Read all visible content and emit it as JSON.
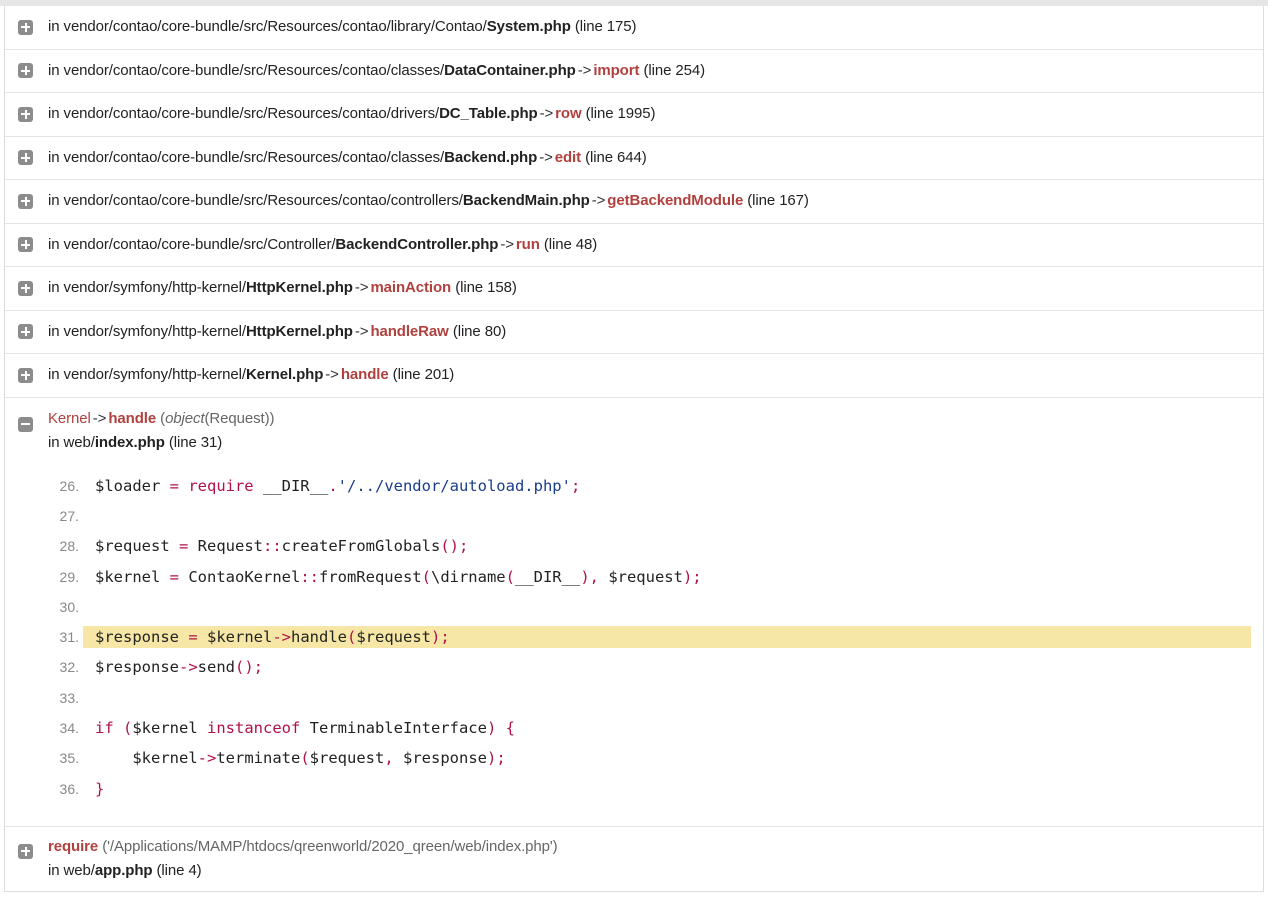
{
  "frames": [
    {
      "prefix": "in vendor/contao/core-bundle/src/Resources/contao/library/Contao/",
      "file": "System.php",
      "arrow": "",
      "method": "",
      "line": "(line 175)"
    },
    {
      "prefix": "in vendor/contao/core-bundle/src/Resources/contao/classes/",
      "file": "DataContainer.php",
      "arrow": "->",
      "method": "import",
      "line": "(line 254)"
    },
    {
      "prefix": "in vendor/contao/core-bundle/src/Resources/contao/drivers/",
      "file": "DC_Table.php",
      "arrow": "->",
      "method": "row",
      "line": "(line 1995)"
    },
    {
      "prefix": "in vendor/contao/core-bundle/src/Resources/contao/classes/",
      "file": "Backend.php",
      "arrow": "->",
      "method": "edit",
      "line": "(line 644)"
    },
    {
      "prefix": "in vendor/contao/core-bundle/src/Resources/contao/controllers/",
      "file": "BackendMain.php",
      "arrow": "->",
      "method": "getBackendModule",
      "line": "(line 167)"
    },
    {
      "prefix": "in vendor/contao/core-bundle/src/Controller/",
      "file": "BackendController.php",
      "arrow": "->",
      "method": "run",
      "line": "(line 48)"
    },
    {
      "prefix": "in vendor/symfony/http-kernel/",
      "file": "HttpKernel.php",
      "arrow": "->",
      "method": "mainAction",
      "line": "(line 158)"
    },
    {
      "prefix": "in vendor/symfony/http-kernel/",
      "file": "HttpKernel.php",
      "arrow": "->",
      "method": "handleRaw",
      "line": "(line 80)"
    },
    {
      "prefix": "in vendor/symfony/http-kernel/",
      "file": "Kernel.php",
      "arrow": "->",
      "method": "handle",
      "line": "(line 201)"
    }
  ],
  "expanded": {
    "class": "Kernel",
    "arrow": "->",
    "method": "handle",
    "args_open": "(",
    "args_type": "object",
    "args_rest": "(Request))",
    "loc_prefix": "in web/",
    "loc_file": "index.php",
    "loc_line": "(line 31)",
    "highlight_line": "31.",
    "code": [
      {
        "n": "26.",
        "parts": [
          [
            "",
            "$loader "
          ],
          [
            "kw",
            "= require "
          ],
          [
            "",
            "__DIR__"
          ],
          [
            "kw",
            "."
          ],
          [
            "str",
            "'/../vendor/autoload.php'"
          ],
          [
            "kw",
            ";"
          ]
        ]
      },
      {
        "n": "27.",
        "parts": []
      },
      {
        "n": "28.",
        "parts": [
          [
            "",
            "$request "
          ],
          [
            "kw",
            "= "
          ],
          [
            "",
            "Request"
          ],
          [
            "kw",
            "::"
          ],
          [
            "",
            "createFromGlobals"
          ],
          [
            "kw",
            "();"
          ]
        ]
      },
      {
        "n": "29.",
        "parts": [
          [
            "",
            "$kernel "
          ],
          [
            "kw",
            "= "
          ],
          [
            "",
            "ContaoKernel"
          ],
          [
            "kw",
            "::"
          ],
          [
            "",
            "fromRequest"
          ],
          [
            "kw",
            "("
          ],
          [
            "",
            "\\dirname"
          ],
          [
            "kw",
            "("
          ],
          [
            "",
            "__DIR__"
          ],
          [
            "kw",
            "), "
          ],
          [
            "",
            "$request"
          ],
          [
            "kw",
            ");"
          ]
        ]
      },
      {
        "n": "30.",
        "parts": []
      },
      {
        "n": "31.",
        "parts": [
          [
            "",
            "$response "
          ],
          [
            "kw",
            "= "
          ],
          [
            "",
            "$kernel"
          ],
          [
            "kw",
            "->"
          ],
          [
            "",
            "handle"
          ],
          [
            "kw",
            "("
          ],
          [
            "",
            "$request"
          ],
          [
            "kw",
            ");"
          ]
        ]
      },
      {
        "n": "32.",
        "parts": [
          [
            "",
            "$response"
          ],
          [
            "kw",
            "->"
          ],
          [
            "",
            "send"
          ],
          [
            "kw",
            "();"
          ]
        ]
      },
      {
        "n": "33.",
        "parts": []
      },
      {
        "n": "34.",
        "parts": [
          [
            "kw",
            "if "
          ],
          [
            "kw",
            "("
          ],
          [
            "",
            "$kernel "
          ],
          [
            "kw",
            "instanceof "
          ],
          [
            "",
            "TerminableInterface"
          ],
          [
            "kw",
            ") {"
          ]
        ]
      },
      {
        "n": "35.",
        "parts": [
          [
            "",
            "    $kernel"
          ],
          [
            "kw",
            "->"
          ],
          [
            "",
            "terminate"
          ],
          [
            "kw",
            "("
          ],
          [
            "",
            "$request"
          ],
          [
            "kw",
            ", "
          ],
          [
            "",
            "$response"
          ],
          [
            "kw",
            ");"
          ]
        ]
      },
      {
        "n": "36.",
        "parts": [
          [
            "kw",
            "}"
          ]
        ]
      }
    ]
  },
  "last": {
    "method": "require",
    "args": "('/Applications/MAMP/htdocs/qreenworld/2020_qreen/web/index.php')",
    "loc_prefix": "in web/",
    "loc_file": "app.php",
    "loc_line": "(line 4)"
  }
}
